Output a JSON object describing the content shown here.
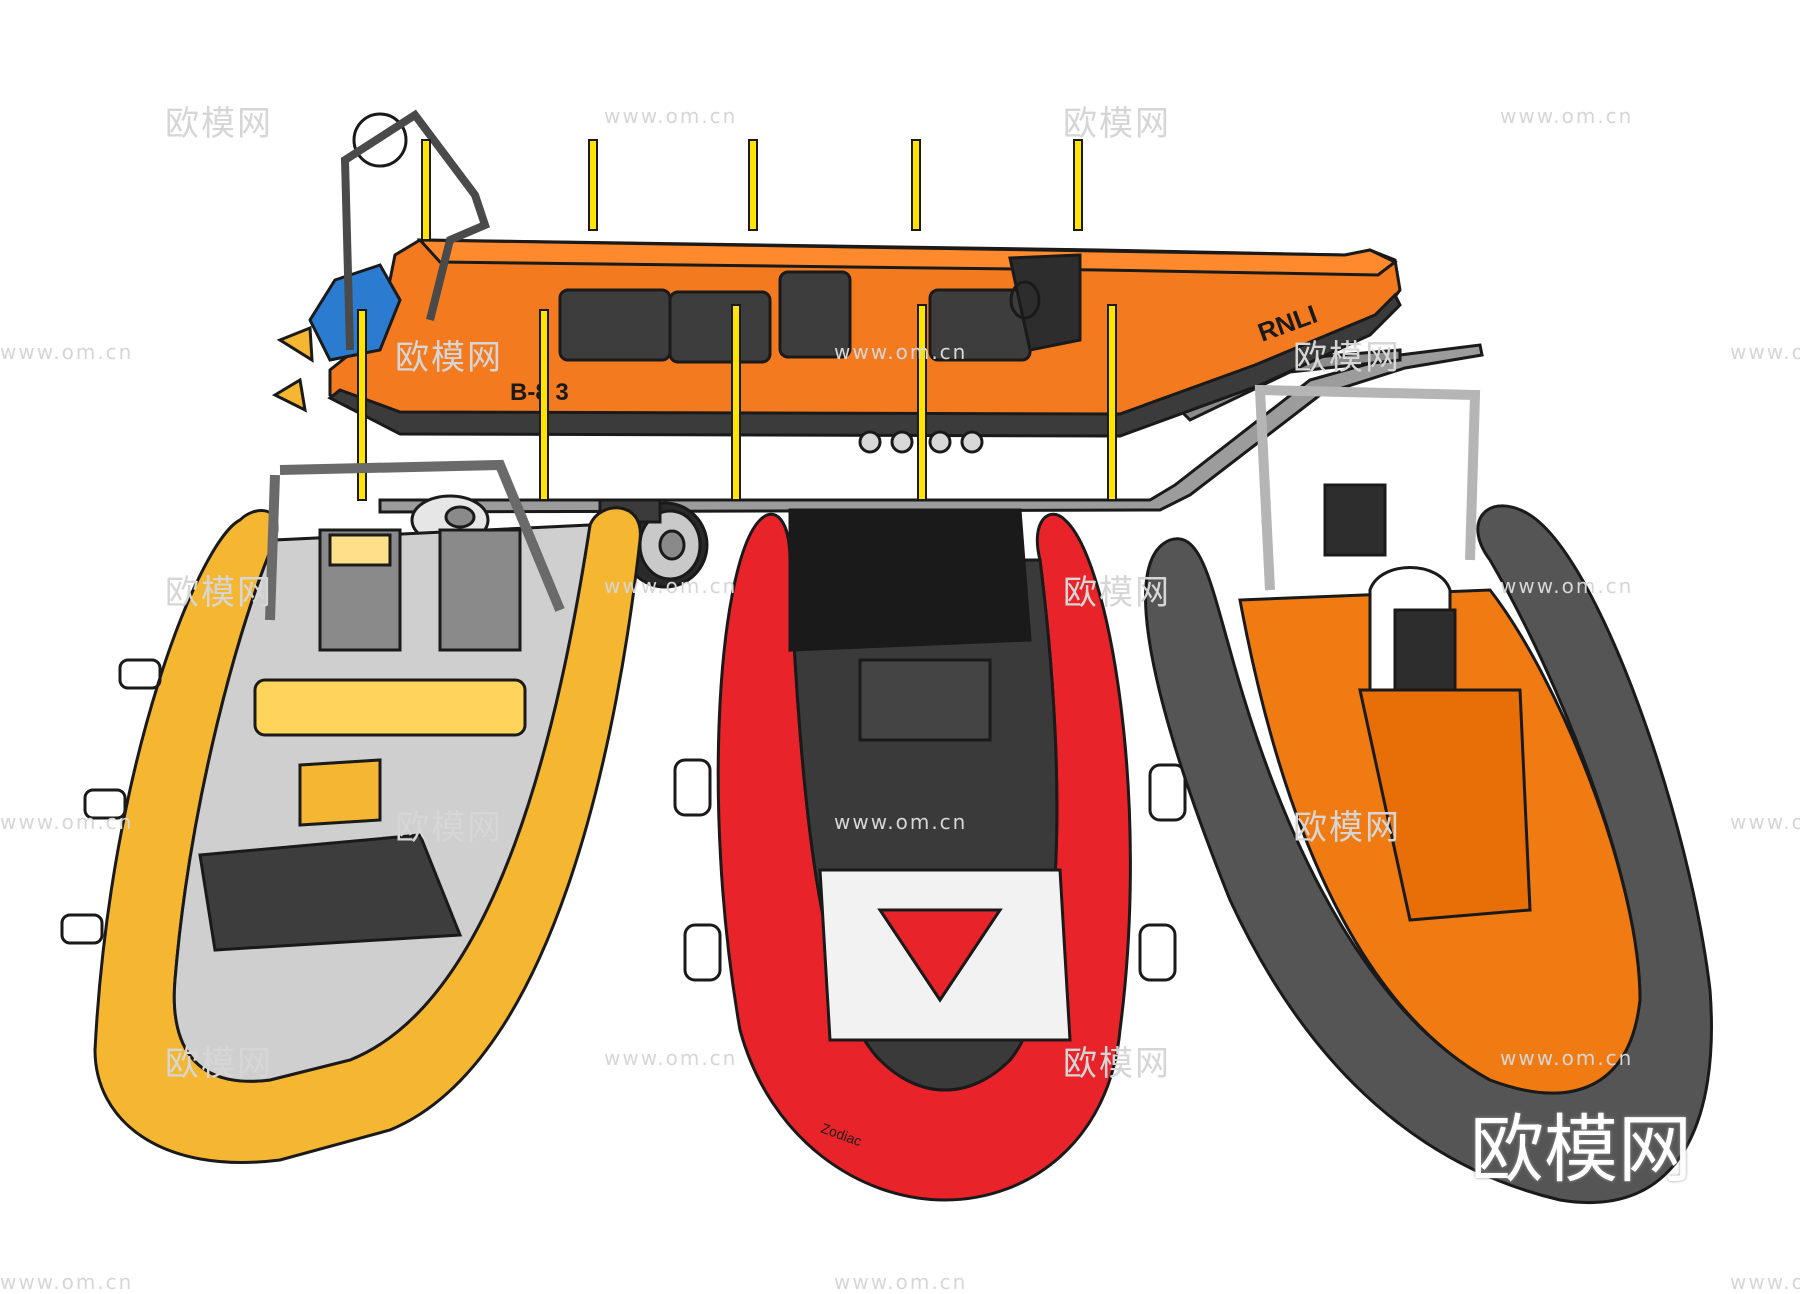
{
  "watermark": {
    "text": "欧模网",
    "url": "www.om.cn",
    "corner_text": "欧模网"
  },
  "boats": {
    "rescue": {
      "hull_text": "RNLI",
      "id_text": "B-8 3",
      "hull_color": "#f47a1f",
      "tube_color": "#3b3b3b"
    },
    "yellow": {
      "tube_color": "#f5b731",
      "deck_color": "#cfcfcf"
    },
    "red": {
      "tube_color": "#e8232a",
      "trim_color": "#3a3a3a",
      "console_color": "#1a1a1a",
      "brand_text": "Zodiac"
    },
    "orange": {
      "tube_color": "#555555",
      "deck_color": "#f07b12"
    }
  },
  "colors": {
    "outline": "#1a1a1a",
    "rail": "#9a9a9a",
    "pole_yellow": "#ffe400",
    "pole_white": "#ffffff"
  }
}
